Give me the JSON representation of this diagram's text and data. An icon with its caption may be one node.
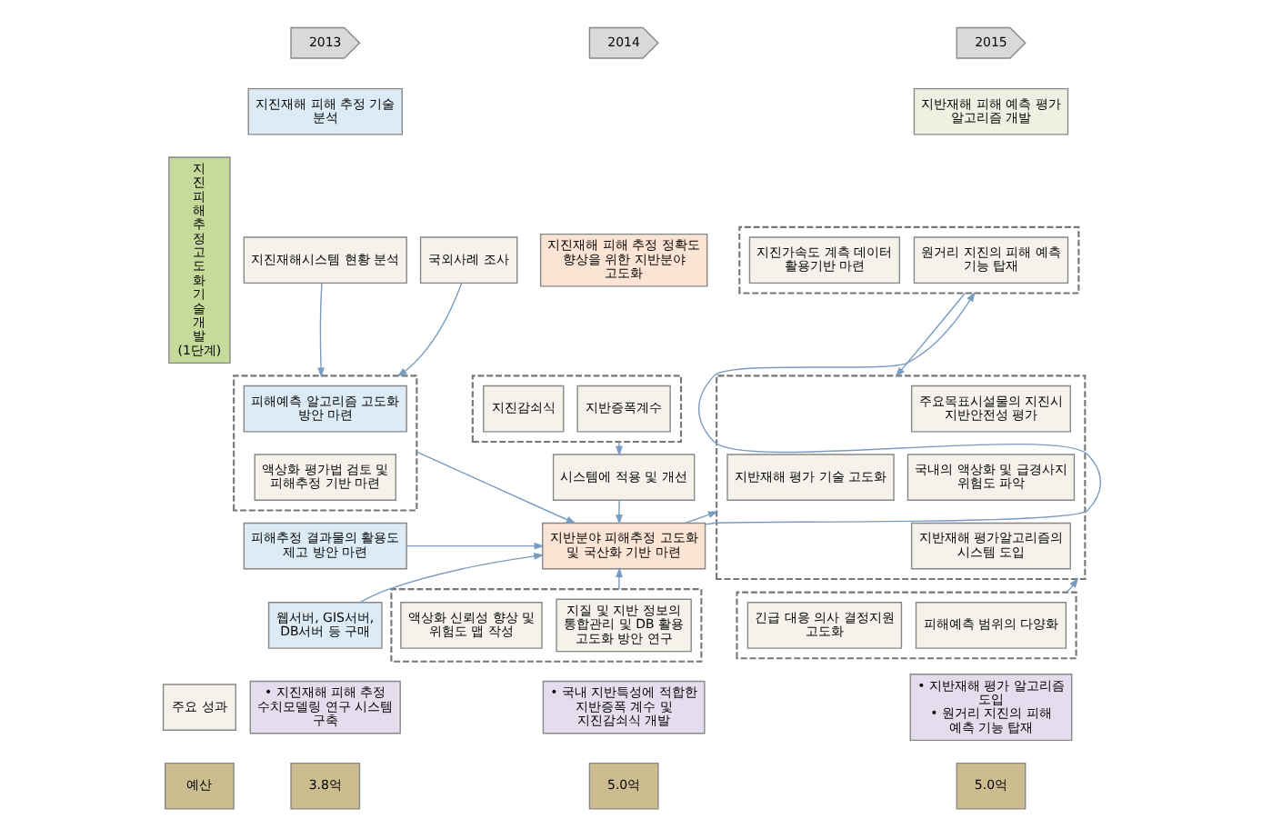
{
  "diagram": {
    "nodes": [
      {
        "text": [
          "지진피해 추정 고도화 기술 개발 (1단계)"
        ]
      },
      {
        "text": [
          "2013"
        ]
      },
      {
        "text": [
          "2014"
        ]
      },
      {
        "text": [
          "2015"
        ]
      },
      {
        "text": [
          "지진재해 피해 추정 기술 분석"
        ]
      },
      {
        "text": [
          "지진재해시스템 현황 분석"
        ]
      },
      {
        "text": [
          "국외사례 조사"
        ]
      },
      {
        "text": [],
        "shape": "box"
      },
      {
        "text": [
          "피해예측 알고리즘 고도화 방안 마련"
        ],
        "in": 7
      },
      {
        "text": [
          "액상화 평가법 검토 및 피해추정 기반 마련"
        ],
        "in": 7
      },
      {
        "text": [
          "피해추정 결과물의 활용도 제고 방안 마련"
        ]
      },
      {
        "text": [
          "웹서버, GIS서버, DB서버 등 구매"
        ]
      },
      {
        "text": [
          "지진재해 피해 추정 정확도 향상을 위한 지반분야 고도화"
        ]
      },
      {
        "text": [],
        "shape": "box"
      },
      {
        "text": [
          "지반증폭계수"
        ],
        "in": 13
      },
      {
        "text": [
          "지진감쇠식"
        ],
        "in": 13
      },
      {
        "text": [
          "시스템에 적용 및 개선"
        ]
      },
      {
        "text": [
          "지반분야 피해추정 고도화 및 국산화 기반 마련"
        ]
      },
      {
        "text": [],
        "shape": "box"
      },
      {
        "text": [
          "지질 및 지반 정보의 통합관리 및 DB 활용 고도화 방안 연구"
        ],
        "in": 18
      },
      {
        "text": [
          "액상화 신뢰성 향상 및 위험도 맵 작성"
        ],
        "in": 18
      },
      {
        "text": [
          "지반재해 피해 예측 평가 알고리즘 개발"
        ]
      },
      {
        "text": [],
        "shape": "box"
      },
      {
        "text": [
          "원거리 지진의 피해 예측 기능 탑재"
        ],
        "in": 22
      },
      {
        "text": [
          "지진가속도 계측 데이터 활용기반 마련"
        ],
        "in": 22
      },
      {
        "text": [],
        "shape": "box"
      },
      {
        "text": [
          "지반재해 평가 기술 고도화"
        ],
        "in": 25
      },
      {
        "text": [
          "주요목표시설물의 지진시 지반안전성 평가"
        ],
        "in": 25
      },
      {
        "text": [
          "국내의 액상화 및 급경사지 위험도 파악"
        ],
        "in": 25
      },
      {
        "text": [
          "지반재해 평가알고리즘의 시스템 도입"
        ],
        "in": 25
      },
      {
        "text": [],
        "shape": "box"
      },
      {
        "text": [
          "피해예측 범위의 다양화"
        ],
        "in": 30
      },
      {
        "text": [
          "긴급 대응 의사 결정지원 고도화"
        ],
        "in": 30
      },
      {
        "text": [
          "주요 성과"
        ]
      },
      {
        "text": [
          "• 지진재해 피해 추정 수치모델링 연구 시스템 구축"
        ]
      },
      {
        "text": [
          "• 국내 지반특성에 적합한 지반증폭 계수 및 지진감쇠식 개발"
        ]
      },
      {
        "text": [
          "• 지반재해 평가 알고리즘 도입",
          "• 원거리 지진의 피해 예측 기능 탑재"
        ]
      },
      {
        "text": [
          "예산"
        ]
      },
      {
        "text": [
          "3.8억"
        ]
      },
      {
        "text": [
          "5.0억"
        ]
      },
      {
        "text": [
          "5.0억"
        ]
      }
    ],
    "edges": [
      {
        "from": 5,
        "to": 7,
        "arrow": "to"
      },
      {
        "from": 6,
        "to": 7,
        "arrow": "to"
      },
      {
        "from": 7,
        "to": 17,
        "arrow": "to"
      },
      {
        "from": 10,
        "to": 17,
        "arrow": "to"
      },
      {
        "from": 11,
        "to": 17,
        "arrow": "to"
      },
      {
        "from": 13,
        "to": 16,
        "arrow": "to"
      },
      {
        "from": 16,
        "to": 17,
        "arrow": "to"
      },
      {
        "from": 18,
        "to": 17,
        "arrow": "to"
      },
      {
        "from": 17,
        "to": 22,
        "arrow": "to"
      },
      {
        "from": 17,
        "to": 25,
        "arrow": "to"
      },
      {
        "from": 22,
        "to": 25,
        "arrow": "to"
      },
      {
        "from": 30,
        "to": 25,
        "arrow": "to"
      }
    ]
  }
}
